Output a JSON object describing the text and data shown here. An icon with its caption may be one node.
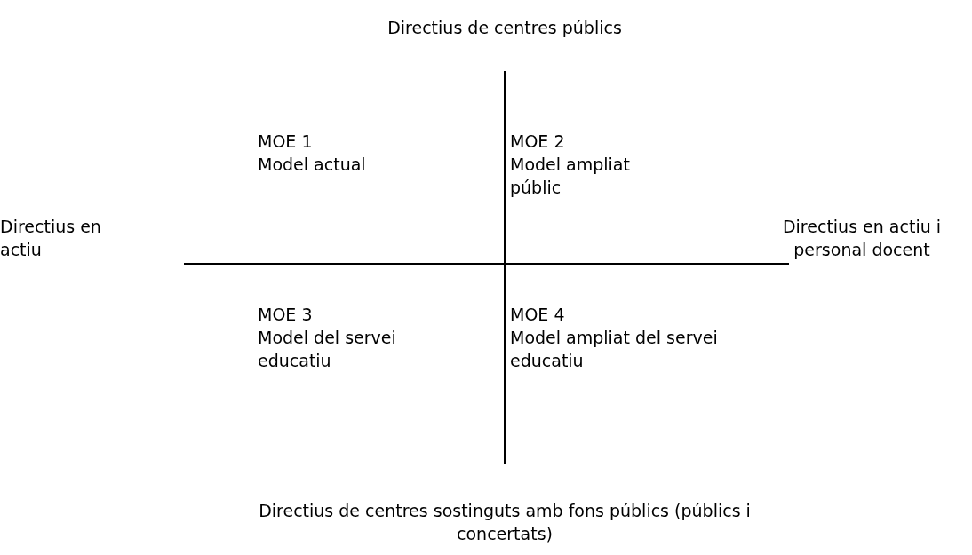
{
  "diagram": {
    "labels": [
      "Directius de centres públics",
      "MOE 1",
      "Model actual",
      "MOE 2",
      "Model ampliat públic",
      "Directius en actiu",
      "Directius en actiu i personal docent",
      "MOE 3",
      "Model del servei educatiu",
      "MOE 4",
      "Model ampliat del servei educatiu",
      "Directius de centres sostinguts amb fons públics (públics i concertats)"
    ]
  }
}
